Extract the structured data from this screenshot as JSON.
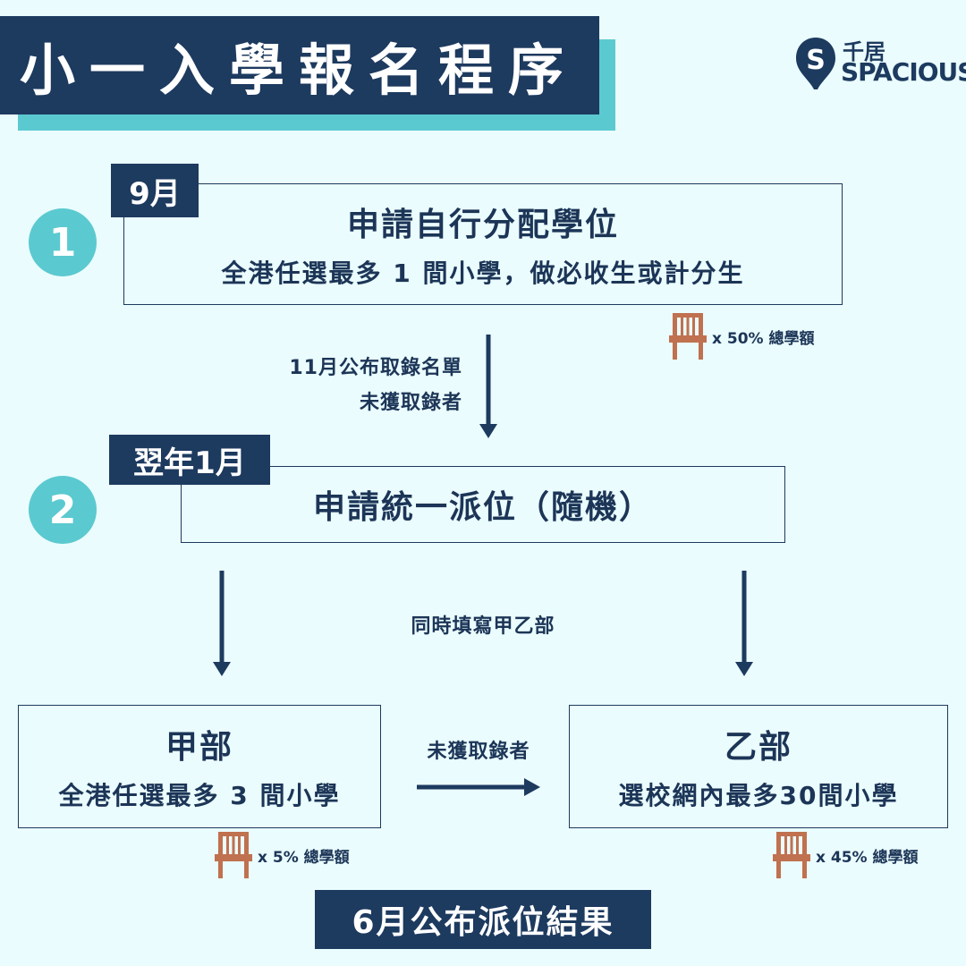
{
  "title": "小一入學報名程序",
  "logo": {
    "chinese": "千居",
    "english": "SPACIOUS",
    "mark": "S"
  },
  "step1": {
    "number": "1",
    "tag": "9月",
    "title": "申請自行分配學位",
    "subtitle": "全港任選最多 1 間小學，做必收生或計分生",
    "quota": "x 50% 總學額"
  },
  "transition1": {
    "line1": "11月公布取錄名單",
    "line2": "未獲取錄者"
  },
  "step2": {
    "number": "2",
    "tag": "翌年1月",
    "title": "申請統一派位（隨機）"
  },
  "split_note": "同時填寫甲乙部",
  "part_a": {
    "title": "甲部",
    "subtitle": "全港任選最多 3 間小學",
    "quota": "x 5% 總學額"
  },
  "part_b": {
    "title": "乙部",
    "subtitle": "選校網內最多30間小學",
    "quota": "x 45% 總學額"
  },
  "a_to_b_note": "未獲取錄者",
  "result": "6月公布派位結果",
  "icons": {
    "quota": "chair-icon",
    "arrow": "arrow-icon"
  },
  "colors": {
    "navy": "#1d3a5f",
    "teal": "#5bc9d0",
    "background": "#eafcfd",
    "chair": "#c0714f"
  }
}
